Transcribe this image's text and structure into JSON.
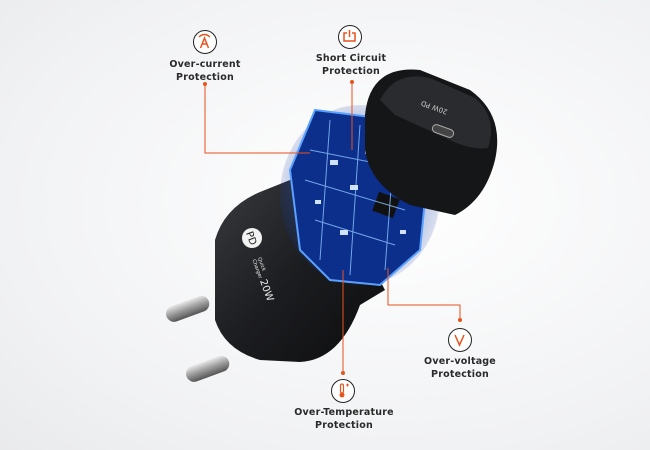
{
  "features": [
    {
      "id": "over-current",
      "icon": "ampere-icon",
      "line1": "Over-current",
      "line2": "Protection"
    },
    {
      "id": "short-circuit",
      "icon": "power-plug-icon",
      "line1": "Short Circuit",
      "line2": "Protection"
    },
    {
      "id": "over-voltage",
      "icon": "voltage-icon",
      "line1": "Over-voltage",
      "line2": "Protection"
    },
    {
      "id": "over-temperature",
      "icon": "thermometer-icon",
      "line1": "Over-Temperature",
      "line2": "Protection"
    }
  ],
  "product": {
    "badge": "PD",
    "line1": "Quick",
    "line2": "Charger",
    "power": "20W",
    "cap_text": "20W PD"
  },
  "colors": {
    "accent": "#e8521c",
    "pcb_glow": "#2f7bff",
    "body": "#1c1d20"
  }
}
